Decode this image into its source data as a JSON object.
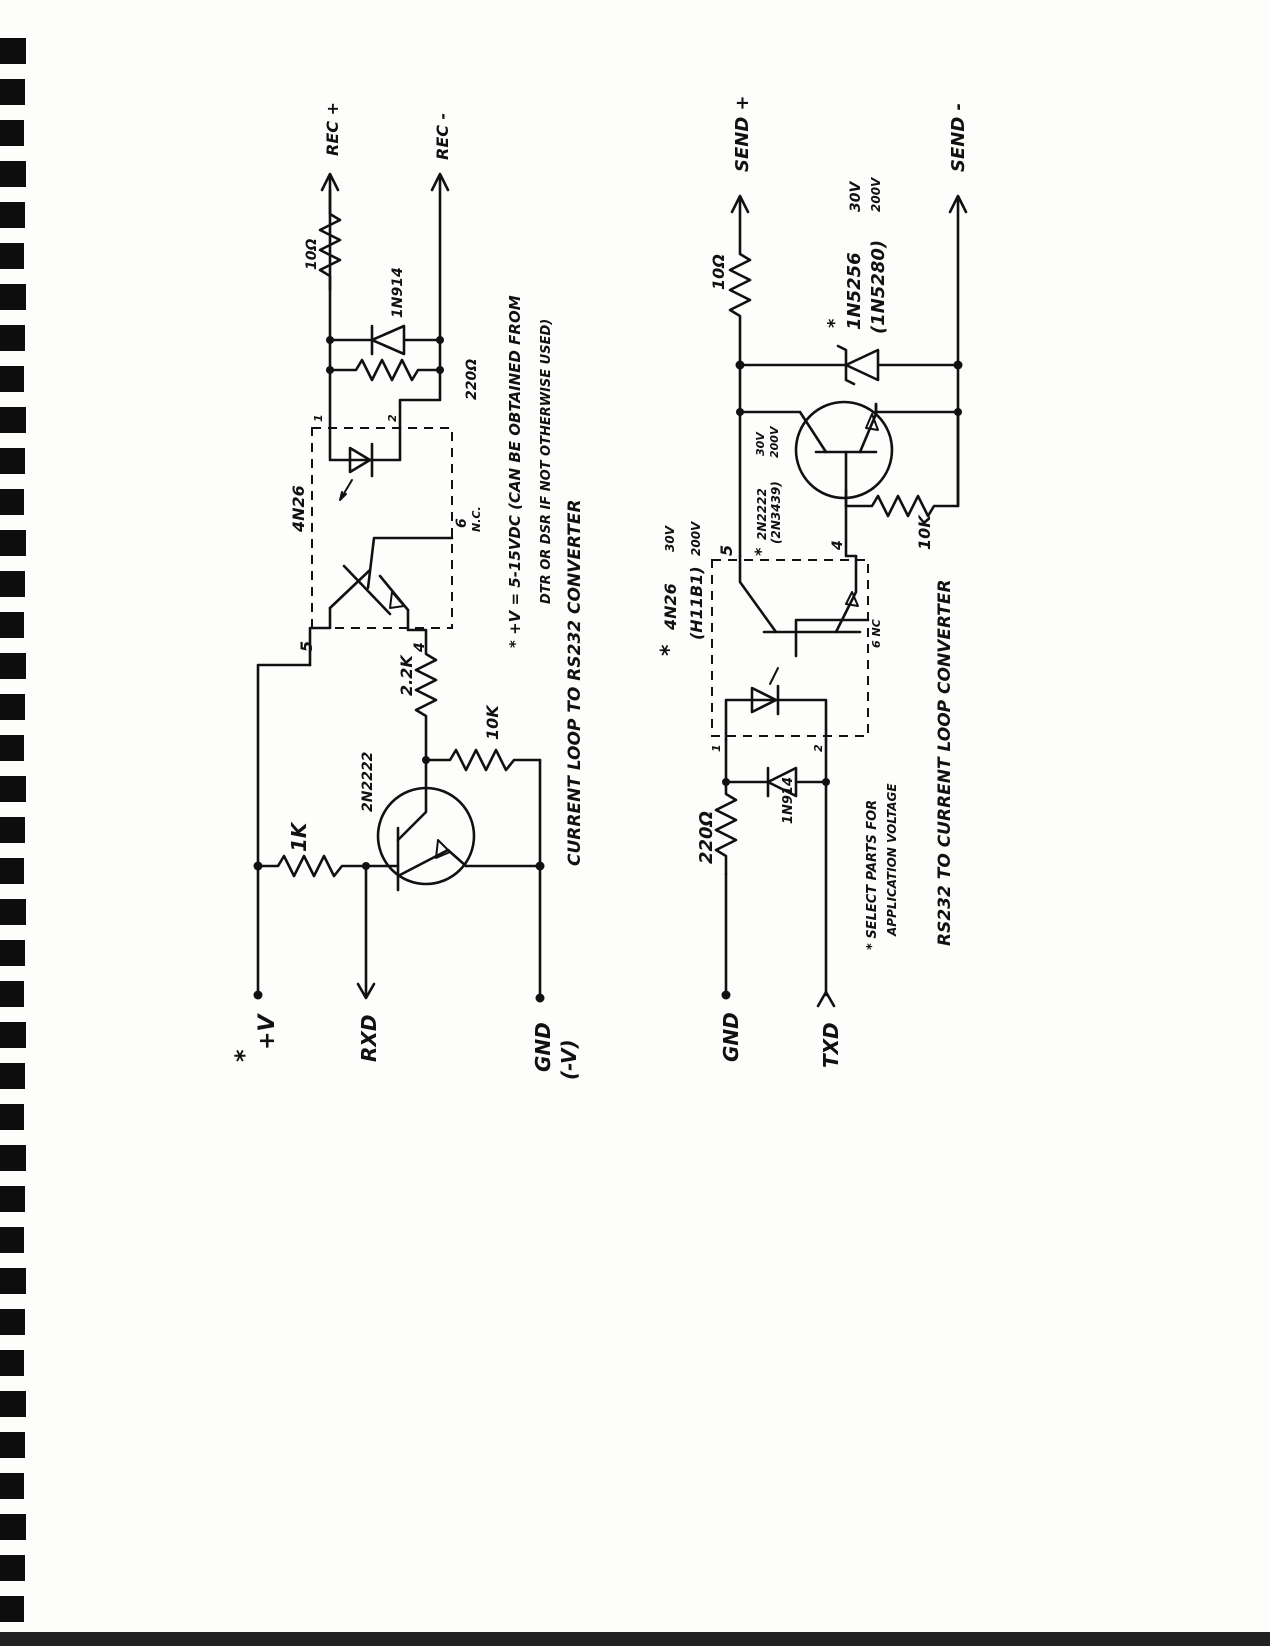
{
  "colors": {
    "ink": "#111111",
    "paper": "#fdfdfb",
    "binding": "#0d0d0d"
  },
  "receiver": {
    "terminals": {
      "vplus": "+V",
      "vplus_mark": "*",
      "rxd": "RXD",
      "gnd": "GND",
      "gnd_neg": "(-V)",
      "rec_plus": "REC +",
      "rec_minus": "REC -"
    },
    "components": {
      "r1k": "1K",
      "q1": "2N2222",
      "r2k": "2.2K",
      "r10k": "10K",
      "opto": "4N26",
      "pin5": "5",
      "pin4": "4",
      "pin6": "6",
      "pin6_nc": "N.C.",
      "pin1": "1",
      "pin2": "2",
      "r220": "220Ω",
      "diode": "1N914",
      "r10": "10Ω"
    },
    "note_line1": "* +V = 5-15VDC (CAN BE OBTAINED FROM",
    "note_line2": "DTR OR DSR IF NOT OTHERWISE USED)",
    "caption": "CURRENT LOOP TO RS232 CONVERTER"
  },
  "sender": {
    "terminals": {
      "gnd": "GND",
      "txd": "TXD",
      "send_plus": "SEND +",
      "send_minus": "SEND -"
    },
    "components": {
      "r220": "220Ω",
      "diode": "1N914",
      "pin1": "1",
      "pin2": "2",
      "opto_mark": "*",
      "opto": "4N26",
      "opto_v1": "30V",
      "opto_alt": "(H11B1)",
      "opto_v2": "200V",
      "pin5": "5",
      "pin4": "4",
      "pin6_nc": "6 NC",
      "q_mark": "*",
      "q1": "2N2222",
      "q1_v": "30V",
      "q1_alt": "(2N3439)",
      "q1_alt_v": "200V",
      "r10k": "10K",
      "r10": "10Ω",
      "zener_mark": "*",
      "zener": "1N5256",
      "zener_v": "30V",
      "zener_alt": "(1N5280)",
      "zener_alt_v": "200V"
    },
    "note_line1": "* SELECT PARTS FOR",
    "note_line2": "APPLICATION VOLTAGE",
    "caption": "RS232 TO CURRENT LOOP CONVERTER"
  }
}
